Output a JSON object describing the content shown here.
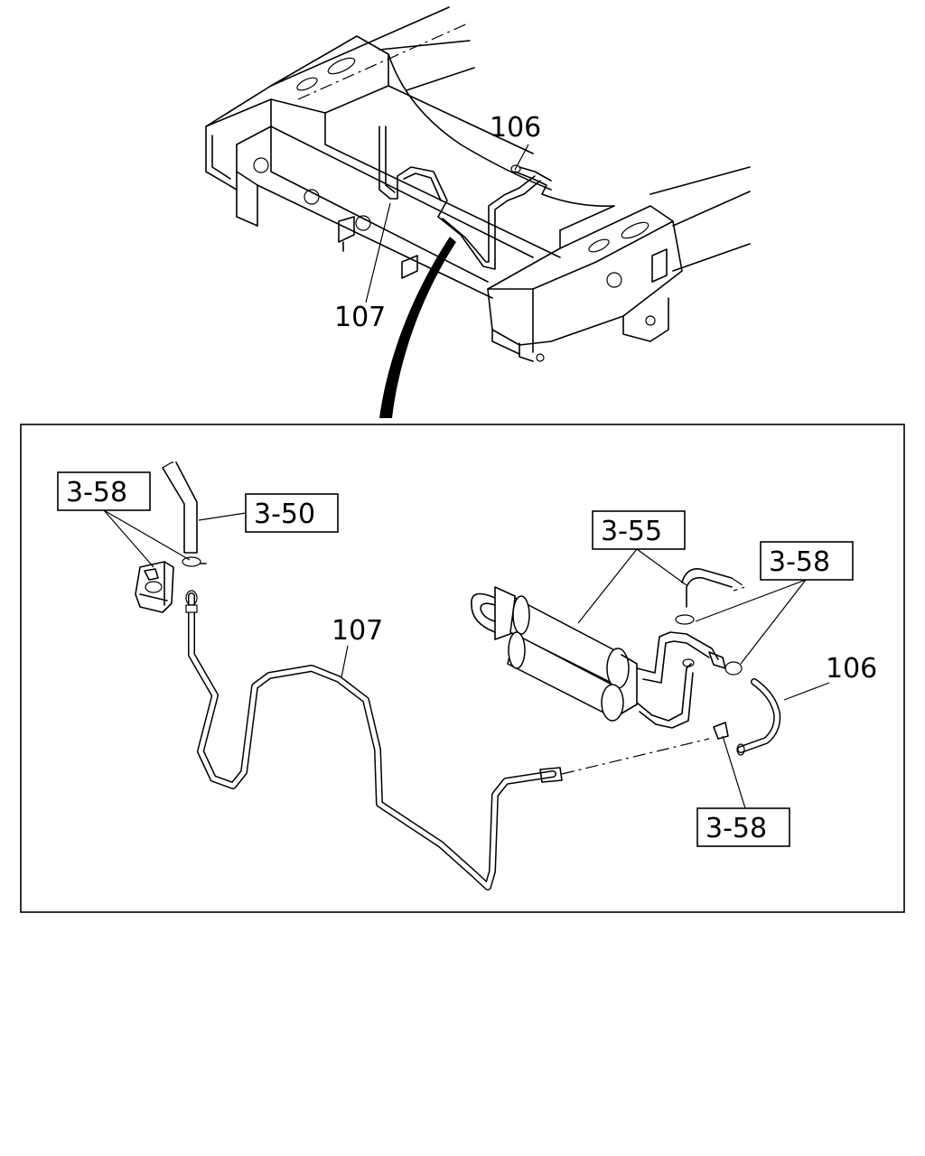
{
  "callouts": {
    "frame_106": "106",
    "frame_107": "107",
    "ref_358_topleft": "3-58",
    "ref_350": "3-50",
    "ref_355": "3-55",
    "ref_358_right": "3-58",
    "ref_358_bottom": "3-58",
    "pipe_107": "107",
    "hose_106": "106"
  }
}
